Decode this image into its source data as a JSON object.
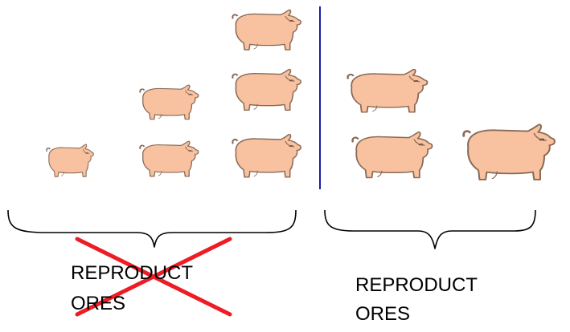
{
  "captions": {
    "left_line1": "REPRODUCT",
    "left_line2": "ORES",
    "right_line1": "REPRODUCT",
    "right_line2": "ORES"
  },
  "groups": {
    "left_pig_count": 6,
    "right_pig_count": 3,
    "left_group_crossed_out": true
  },
  "colors": {
    "pig_fill": "#F8C2A0",
    "pig_outline": "#8A6A55",
    "divider": "#1a1aa8",
    "cross": "#ee1c24",
    "brace": "#000000"
  },
  "icons": {
    "pig": "pig-icon",
    "cross": "red-x-cross"
  }
}
